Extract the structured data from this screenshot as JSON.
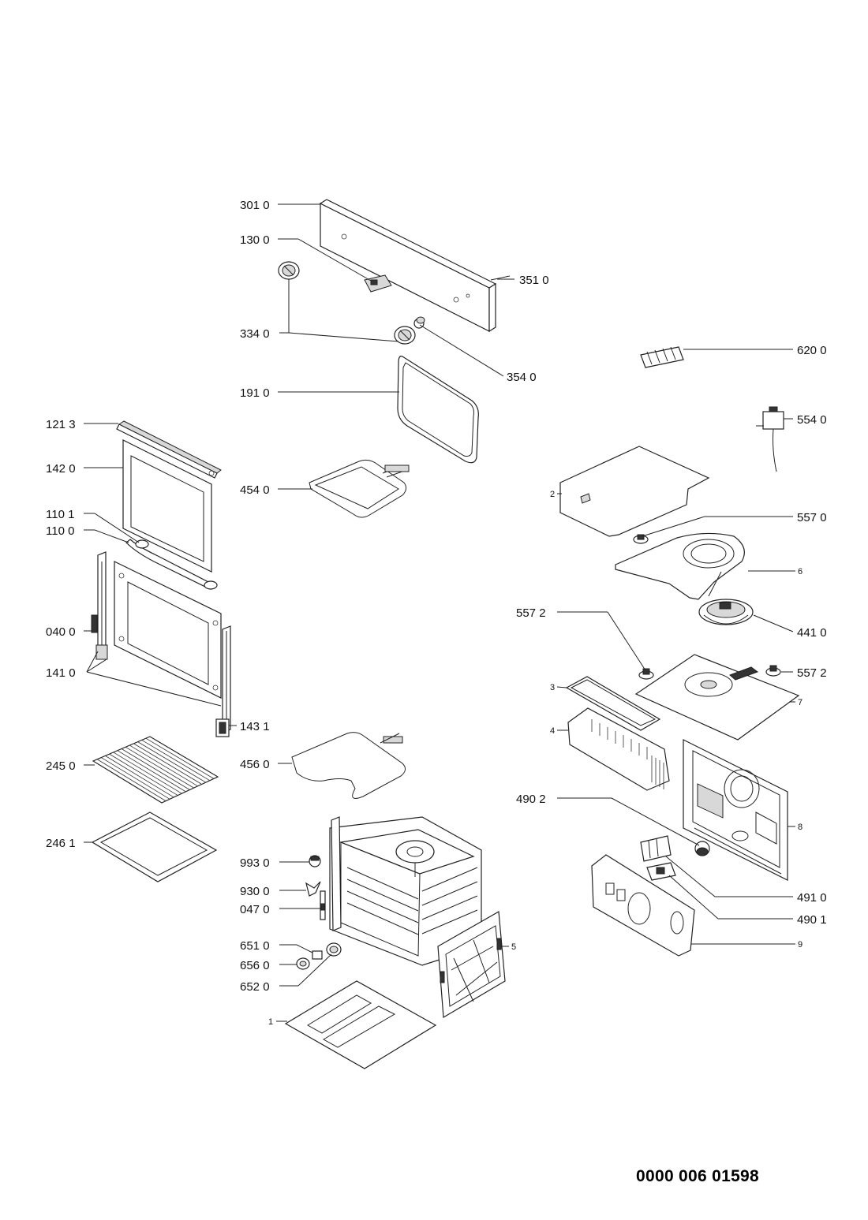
{
  "document": {
    "number": "0000 006 01598"
  },
  "callouts": {
    "c3010": "301 0",
    "c1300": "130 0",
    "c3510": "351 0",
    "c3340": "334 0",
    "c3540": "354 0",
    "c6200": "620 0",
    "c1910": "191 0",
    "c1213": "121 3",
    "c5540": "554 0",
    "c1420": "142 0",
    "c4540": "454 0",
    "c2": "2",
    "c5570": "557 0",
    "c1101": "110 1",
    "c1100": "110 0",
    "c6": "6",
    "c5572a": "557 2",
    "c0400": "040 0",
    "c4410": "441 0",
    "c1410": "141 0",
    "c5572b": "557 2",
    "c3": "3",
    "c7": "7",
    "c1431": "143 1",
    "c4": "4",
    "c2450": "245 0",
    "c4560": "456 0",
    "c4902": "490 2",
    "c8": "8",
    "c2461": "246 1",
    "c9930": "993 0",
    "c9300": "930 0",
    "c4910": "491 0",
    "c0470": "047 0",
    "c4901": "490 1",
    "c6510": "651 0",
    "c5": "5",
    "c9": "9",
    "c6560": "656 0",
    "c6520": "652 0",
    "c1": "1"
  }
}
